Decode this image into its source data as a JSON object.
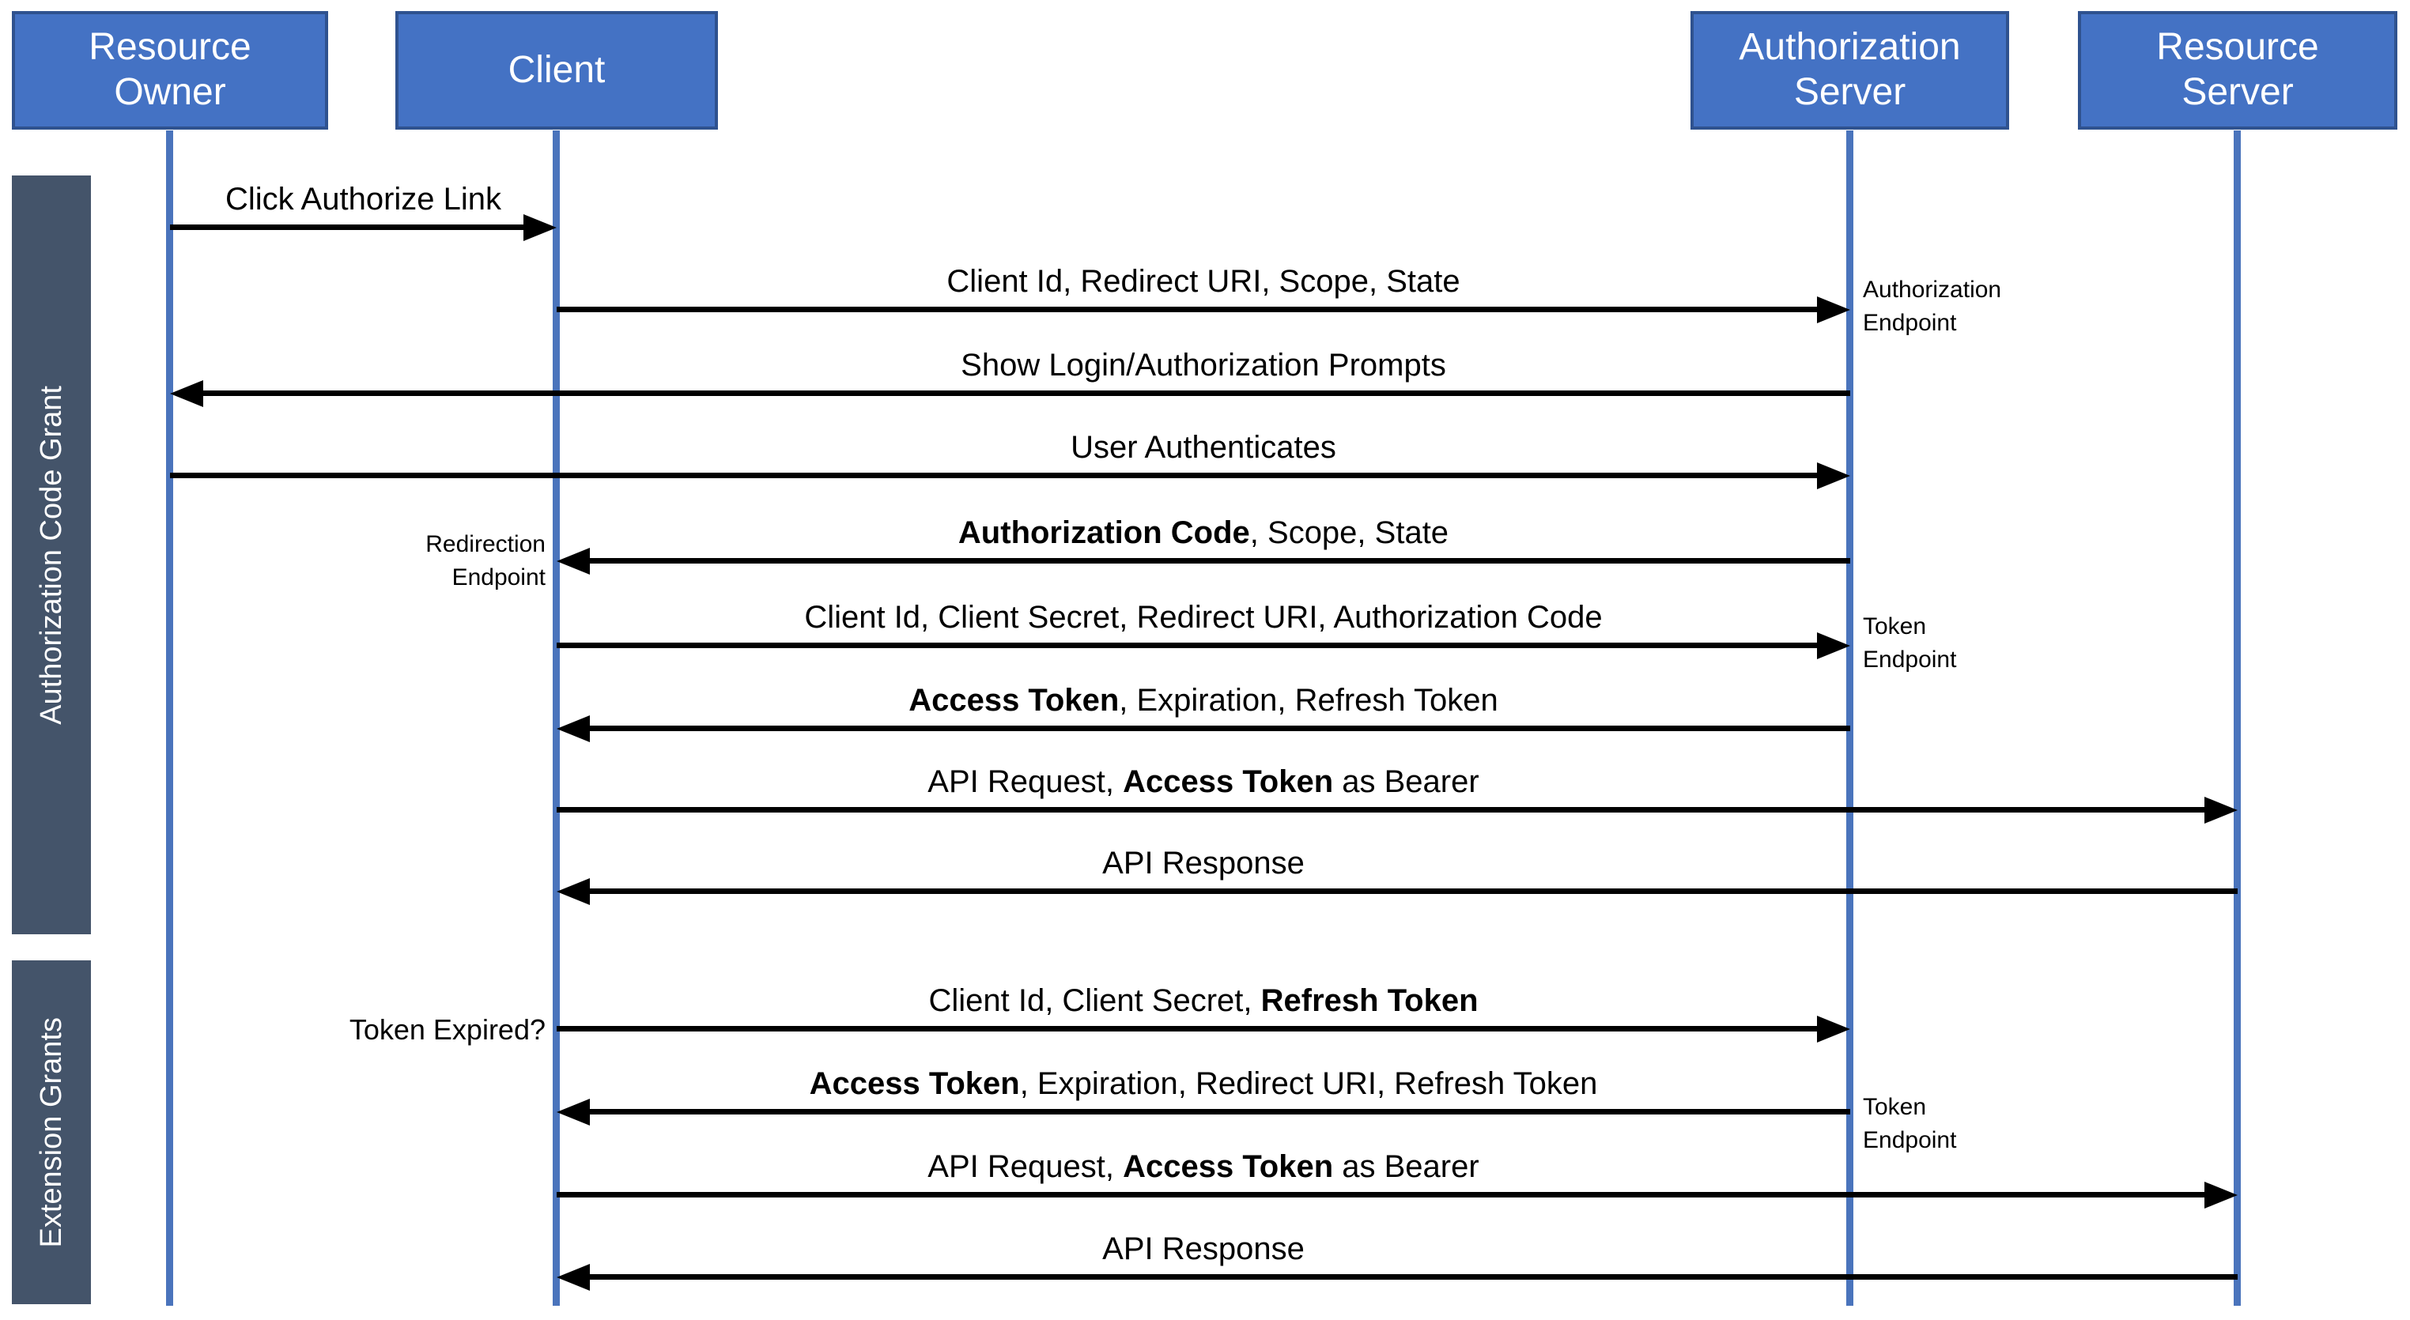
{
  "colors": {
    "actor_fill": "#4472C4",
    "actor_border": "#2F528F",
    "lifeline": "#4A74BC",
    "section_fill": "#44546A",
    "arrow": "#000000"
  },
  "actors": [
    {
      "id": "resource-owner",
      "lines": [
        "Resource",
        "Owner"
      ]
    },
    {
      "id": "client",
      "lines": [
        "Client"
      ]
    },
    {
      "id": "authorization-server",
      "lines": [
        "Authorization",
        "Server"
      ]
    },
    {
      "id": "resource-server",
      "lines": [
        "Resource",
        "Server"
      ]
    }
  ],
  "sections": [
    {
      "label": "Authorization Code Grant"
    },
    {
      "label": "Extension Grants"
    }
  ],
  "messages": [
    {
      "from": "resource-owner",
      "to": "client",
      "direction": "right",
      "parts": [
        {
          "text": "Click Authorize Link",
          "bold": false
        }
      ]
    },
    {
      "from": "client",
      "to": "authorization-server",
      "direction": "right",
      "parts": [
        {
          "text": "Client Id, Redirect URI, Scope, State",
          "bold": false
        }
      ]
    },
    {
      "from": "authorization-server",
      "to": "resource-owner",
      "direction": "left",
      "parts": [
        {
          "text": "Show Login/Authorization Prompts",
          "bold": false
        }
      ]
    },
    {
      "from": "resource-owner",
      "to": "authorization-server",
      "direction": "right",
      "parts": [
        {
          "text": "User Authenticates",
          "bold": false
        }
      ]
    },
    {
      "from": "authorization-server",
      "to": "client",
      "direction": "left",
      "parts": [
        {
          "text": "Authorization Code",
          "bold": true
        },
        {
          "text": ", Scope, State",
          "bold": false
        }
      ]
    },
    {
      "from": "client",
      "to": "authorization-server",
      "direction": "right",
      "parts": [
        {
          "text": "Client Id, Client Secret, Redirect URI, Authorization Code",
          "bold": false
        }
      ]
    },
    {
      "from": "authorization-server",
      "to": "client",
      "direction": "left",
      "parts": [
        {
          "text": "Access Token",
          "bold": true
        },
        {
          "text": ", Expiration, Refresh Token",
          "bold": false
        }
      ]
    },
    {
      "from": "client",
      "to": "resource-server",
      "direction": "right",
      "parts": [
        {
          "text": "API Request, ",
          "bold": false
        },
        {
          "text": "Access Token",
          "bold": true
        },
        {
          "text": " as Bearer",
          "bold": false
        }
      ]
    },
    {
      "from": "resource-server",
      "to": "client",
      "direction": "left",
      "parts": [
        {
          "text": "API Response",
          "bold": false
        }
      ]
    },
    {
      "from": "client",
      "to": "authorization-server",
      "direction": "right",
      "parts": [
        {
          "text": "Client Id, Client Secret, ",
          "bold": false
        },
        {
          "text": "Refresh Token",
          "bold": true
        }
      ]
    },
    {
      "from": "authorization-server",
      "to": "client",
      "direction": "left",
      "parts": [
        {
          "text": "Access Token",
          "bold": true
        },
        {
          "text": ", Expiration, Redirect URI, Refresh Token",
          "bold": false
        }
      ]
    },
    {
      "from": "client",
      "to": "resource-server",
      "direction": "right",
      "parts": [
        {
          "text": "API Request, ",
          "bold": false
        },
        {
          "text": "Access Token",
          "bold": true
        },
        {
          "text": " as Bearer",
          "bold": false
        }
      ]
    },
    {
      "from": "resource-server",
      "to": "client",
      "direction": "left",
      "parts": [
        {
          "text": "API Response",
          "bold": false
        }
      ]
    }
  ],
  "annotations": {
    "authorization_endpoint": {
      "lines": [
        "Authorization",
        "Endpoint"
      ]
    },
    "redirection_endpoint": {
      "lines": [
        "Redirection",
        "Endpoint"
      ]
    },
    "token_endpoint_1": {
      "lines": [
        "Token",
        "Endpoint"
      ]
    },
    "token_expired": {
      "text": "Token Expired?"
    },
    "token_endpoint_2": {
      "lines": [
        "Token",
        "Endpoint"
      ]
    }
  }
}
